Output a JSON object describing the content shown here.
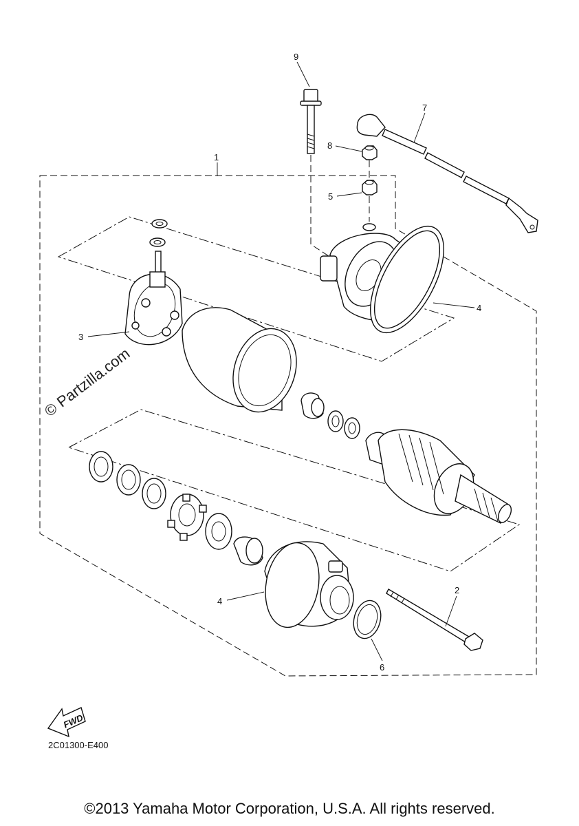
{
  "diagram": {
    "callouts": {
      "c1": "1",
      "c2": "2",
      "c3": "3",
      "c4a": "4",
      "c4b": "4",
      "c5": "5",
      "c6": "6",
      "c7": "7",
      "c8": "8",
      "c9": "9"
    },
    "fwd_label": "FWD",
    "watermark": "© Partzilla.com",
    "drawing_code": "2C01300-E400",
    "copyright": "©2013 Yamaha Motor Corporation, U.S.A. All rights reserved."
  }
}
